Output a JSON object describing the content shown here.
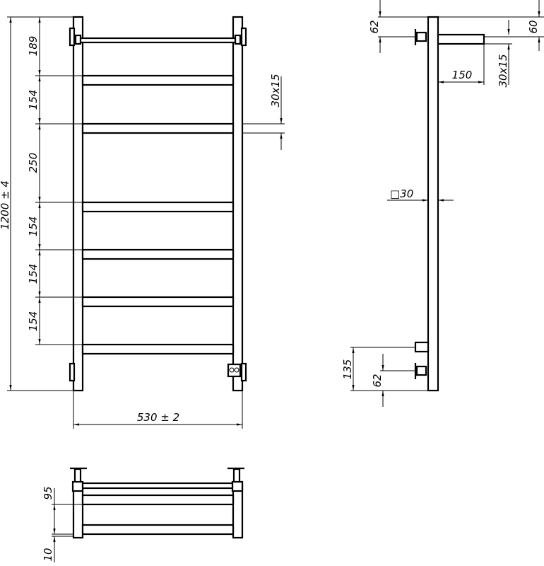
{
  "front_view": {
    "overall_height": "1200 ± 4",
    "overall_width": "530 ± 2",
    "spacings": [
      "189",
      "154",
      "250",
      "154",
      "154",
      "154"
    ],
    "bar_section": "30x15"
  },
  "side_view": {
    "top_valve_offset": "62",
    "top_arm_offset": "60",
    "arm_section": "30x15",
    "arm_length": "150",
    "post_section": "□30",
    "bottom_arm_height": "135",
    "bottom_valve_offset": "62"
  },
  "bottom_view": {
    "depth": "95",
    "gap": "10"
  },
  "colors": {
    "line": "#000000",
    "background": "#ffffff"
  }
}
